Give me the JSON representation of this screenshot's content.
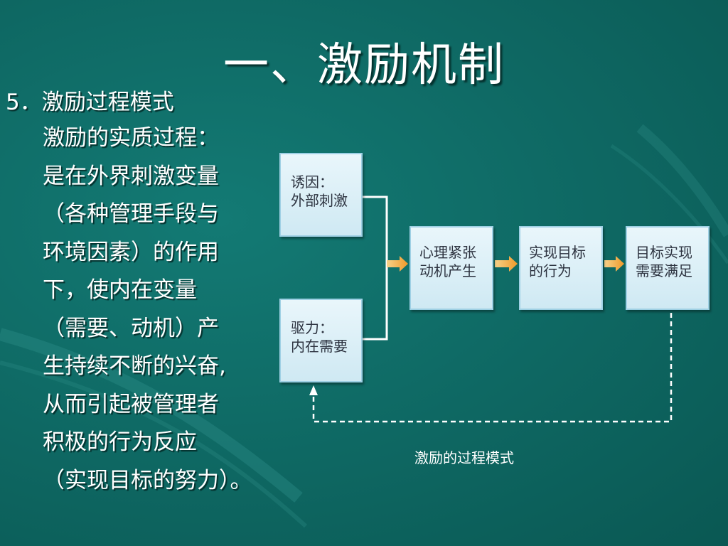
{
  "slide": {
    "title": "一、激励机制",
    "section_heading": "5．激励过程模式",
    "body_lines": [
      "激励的实质过程：",
      "是在外界刺激变量",
      "（各种管理手段与",
      "环境因素）的作用",
      "下，使内在变量",
      "（需要、动机）产",
      "生持续不断的兴奋,",
      "从而引起被管理者",
      "积极的行为反应",
      "（实现目标的努力）。"
    ]
  },
  "diagram": {
    "nodes": {
      "inducement": {
        "line1": "诱因：",
        "line2": "外部刺激"
      },
      "drive": {
        "line1": "驱力：",
        "line2": "内在需要"
      },
      "tension": {
        "line1": "心理紧张",
        "line2": "动机产生"
      },
      "behavior": {
        "line1": "实现目标",
        "line2": "的行为"
      },
      "satisfaction": {
        "line1": "目标实现",
        "line2": "需要满足"
      }
    },
    "caption": "激励的过程模式"
  },
  "colors": {
    "background": "#0f6b66",
    "text": "#ffffff",
    "box_fill": "#dceef6",
    "box_border": "#9ed0e4",
    "arrow": "#f3b04a"
  }
}
